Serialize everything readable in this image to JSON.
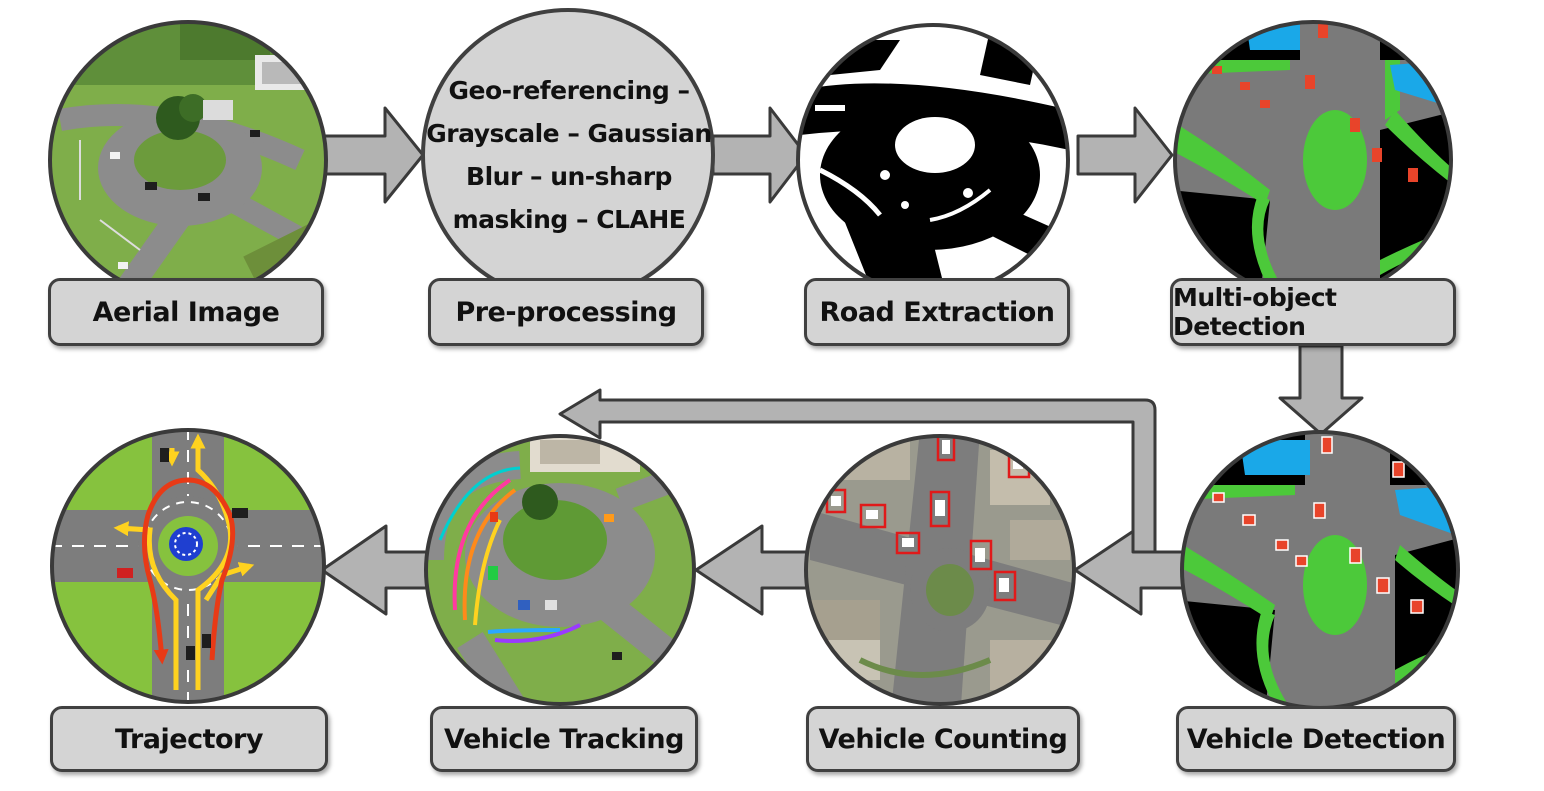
{
  "steps": {
    "aerial_image": "Aerial Image",
    "pre_processing": "Pre-processing",
    "road_extraction": "Road Extraction",
    "multi_object_detection": "Multi-object Detection",
    "vehicle_detection": "Vehicle Detection",
    "vehicle_counting": "Vehicle Counting",
    "vehicle_tracking": "Vehicle Tracking",
    "trajectory": "Trajectory"
  },
  "pre_processing_text": [
    "Geo-referencing –",
    "Grayscale – Gaussian",
    "Blur – un-sharp",
    "masking – CLAHE"
  ],
  "colors": {
    "node_fill": "#d4d4d4",
    "node_border": "#404040",
    "arrow_fill": "#b3b3b3",
    "road_gray": "#7d7d7d",
    "segmentation_green": "#4cc93a",
    "segmentation_blue": "#1aa8e8",
    "detection_red": "#e8442a",
    "grass_green": "#86c23e"
  }
}
